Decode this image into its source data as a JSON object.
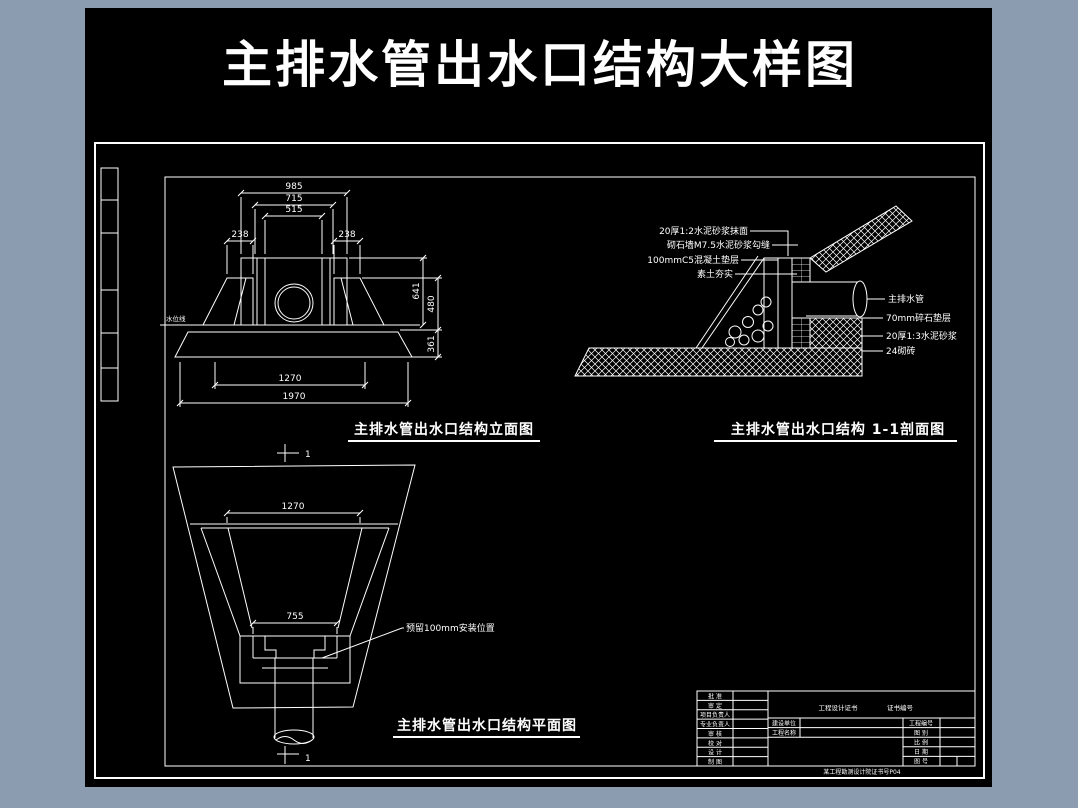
{
  "colors": {
    "background": "#8C9CB0",
    "canvas": "#000000",
    "line": "#FFFFFF"
  },
  "main_title": "主排水管出水口结构大样图",
  "elevation": {
    "title": "主排水管出水口结构立面图",
    "water_label": "水位线",
    "dim_985": "985",
    "dim_715": "715",
    "dim_515": "515",
    "dim_238_left": "238",
    "dim_238_right": "238",
    "dim_1270": "1270",
    "dim_1970": "1970",
    "dim_641": "641",
    "dim_480": "480",
    "dim_361": "361"
  },
  "section": {
    "title": "主排水管出水口结构 1-1剖面图",
    "left_labels": [
      "20厚1:2水泥砂浆抹面",
      "砌石墙M7.5水泥砂浆勾缝",
      "100mmC5混凝土垫层",
      "素土夯实"
    ],
    "right_labels": [
      "主排水管",
      "70mm碎石垫层",
      "20厚1:3水泥砂浆",
      "24砌砖"
    ]
  },
  "plan": {
    "title": "主排水管出水口结构平面图",
    "dim_1270": "1270",
    "dim_755": "755",
    "note": "预留100mm安装位置",
    "marker": "1"
  },
  "title_block": {
    "left_rows": [
      "批 准",
      "审 定",
      "项目负责人",
      "专业负责人",
      "审 核",
      "校 对",
      "设 计",
      "制 图"
    ],
    "cert_label": "工程设计证书",
    "cert_no_label": "证书编号",
    "center_rows": [
      "建设单位",
      "工程名称"
    ],
    "right_rows": [
      "工程编号",
      "图 别",
      "比 例",
      "日 期",
      "图 号"
    ],
    "footer": "某工程勘测设计院证书号P04"
  }
}
